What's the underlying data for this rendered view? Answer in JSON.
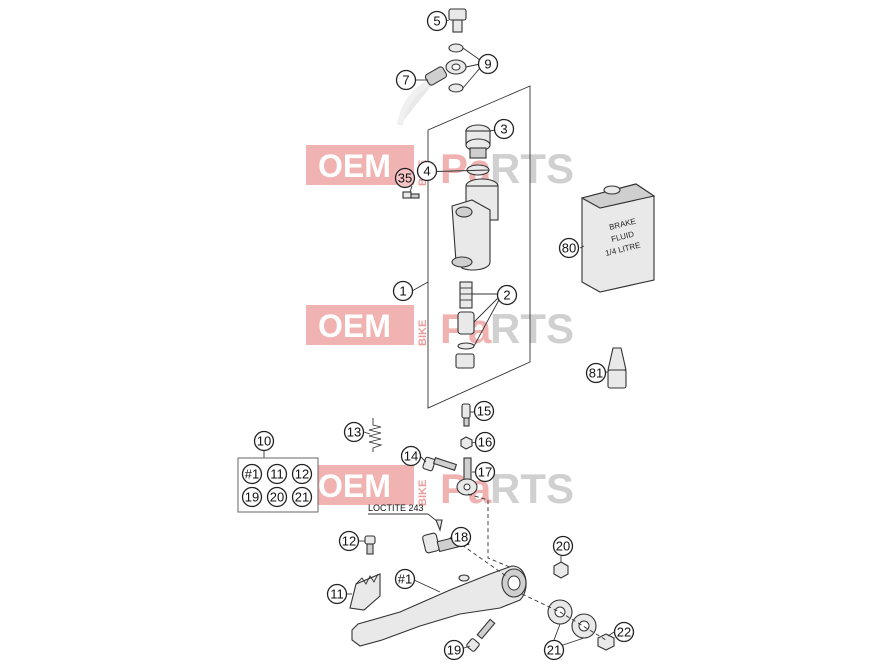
{
  "watermark": {
    "oem": "OEM",
    "bike": "BIKE",
    "parts_pa": "Pa",
    "parts_rts": "RTS",
    "color_red": "#e57373",
    "color_gray": "#bdbdbd"
  },
  "labels": {
    "loctite": "LOCTITE 243",
    "fluid_line1": "BRAKE",
    "fluid_line2": "FLUID",
    "fluid_line3": "1/4 LITRE"
  },
  "kit_group": {
    "id": "10",
    "items": [
      "#1",
      "11",
      "12",
      "19",
      "20",
      "21"
    ]
  },
  "callouts": [
    {
      "key": "c5",
      "text": "5"
    },
    {
      "key": "c9",
      "text": "9"
    },
    {
      "key": "c7",
      "text": "7"
    },
    {
      "key": "c3",
      "text": "3"
    },
    {
      "key": "c4",
      "text": "4"
    },
    {
      "key": "c35",
      "text": "35"
    },
    {
      "key": "c1",
      "text": "1"
    },
    {
      "key": "c2",
      "text": "2"
    },
    {
      "key": "c80",
      "text": "80"
    },
    {
      "key": "c81",
      "text": "81"
    },
    {
      "key": "c15",
      "text": "15"
    },
    {
      "key": "c13",
      "text": "13"
    },
    {
      "key": "c16",
      "text": "16"
    },
    {
      "key": "c14",
      "text": "14"
    },
    {
      "key": "c17",
      "text": "17"
    },
    {
      "key": "c18",
      "text": "18"
    },
    {
      "key": "c12b",
      "text": "12"
    },
    {
      "key": "c20b",
      "text": "20"
    },
    {
      "key": "c1b",
      "text": "#1"
    },
    {
      "key": "c11b",
      "text": "11"
    },
    {
      "key": "c21b",
      "text": "21"
    },
    {
      "key": "c22",
      "text": "22"
    },
    {
      "key": "c19b",
      "text": "19"
    }
  ]
}
